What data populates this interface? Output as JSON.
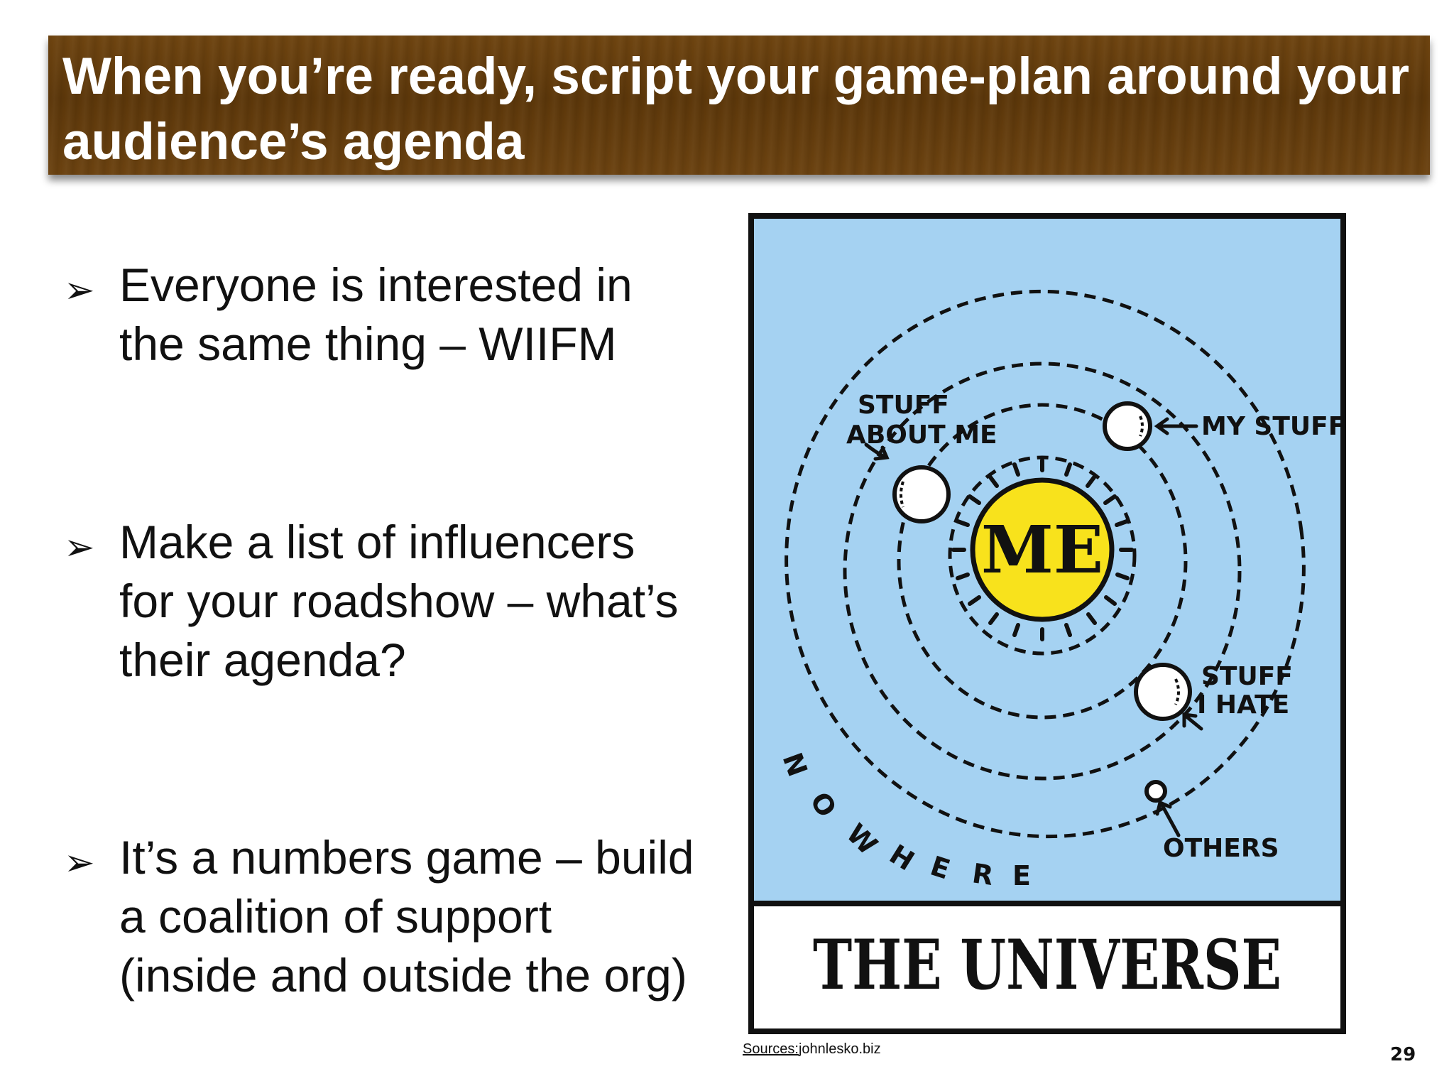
{
  "slide": {
    "title": "When you’re ready, script your game-plan around your audience’s agenda",
    "bullet_marker": "➢",
    "bullets": [
      "Everyone is interested in the same thing – WIIFM",
      "Make a list of influencers for your roadshow – what’s their agenda?",
      "It’s a numbers game – build a coalition of support (inside and outside the org)"
    ],
    "source_prefix": "Sources:",
    "source_site": "johnlesko.biz",
    "page_number": "29"
  },
  "cartoon": {
    "center_label": "ME",
    "stuff_about_me_1": "STUFF",
    "stuff_about_me_2": "ABOUT ME",
    "my_stuff": "MY STUFF",
    "stuff_i_hate_1": "STUFF",
    "stuff_i_hate_2": "I HATE",
    "others": "OTHERS",
    "nowhere_letters": [
      "N",
      "O",
      "W",
      "H",
      "E",
      "R",
      "E"
    ],
    "caption": "THE UNIVERSE",
    "colors": {
      "sky": "#a5d2f2",
      "sun": "#f8e21c",
      "ink": "#111111"
    }
  }
}
